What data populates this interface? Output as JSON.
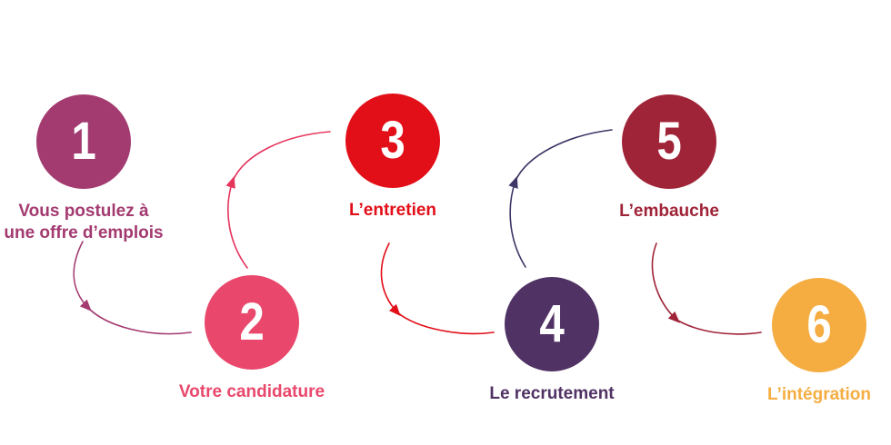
{
  "diagram": {
    "steps": [
      {
        "number": "1",
        "label": "Vous postulez à\nune offre d’emplois",
        "color": "#a33a70"
      },
      {
        "number": "2",
        "label": "Votre candidature",
        "color": "#e9486c"
      },
      {
        "number": "3",
        "label": "L’entretien",
        "color": "#e20e18"
      },
      {
        "number": "4",
        "label": "Le recrutement",
        "color": "#503264"
      },
      {
        "number": "5",
        "label": "L’embauche",
        "color": "#a02438"
      },
      {
        "number": "6",
        "label": "L’intégration",
        "color": "#f5ad42"
      }
    ],
    "connectors": [
      {
        "name": "step-1-to-2",
        "color": "#a33a70"
      },
      {
        "name": "step-2-to-3",
        "color": "#e6335c"
      },
      {
        "name": "step-3-to-4",
        "color": "#e20e18"
      },
      {
        "name": "step-4-to-5",
        "color": "#3f3566"
      },
      {
        "name": "step-5-to-6",
        "color": "#a02438"
      }
    ]
  }
}
